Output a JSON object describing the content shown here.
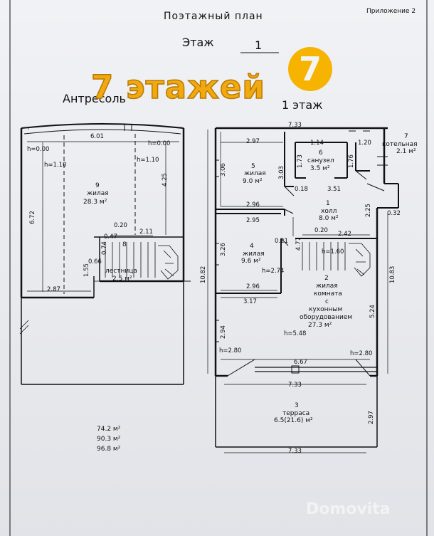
{
  "header": {
    "title": "Поэтажный план",
    "appendix": "Приложение  2",
    "floor_label": "Этаж",
    "floor_number": "1"
  },
  "watermark": {
    "text": "7 этажей",
    "badge": "7",
    "brand": "Domovita"
  },
  "mezzanine": {
    "title": "Антресоль",
    "room9": {
      "num": "9",
      "name": "жилая",
      "area": "28.3 м²"
    },
    "room8": {
      "num": "8",
      "name": "лестница",
      "area": "2.5 м²"
    },
    "dims": {
      "top": "6.01",
      "h_left": "h=0.00",
      "h_right": "h=0.00",
      "h110_left": "h=1.10",
      "h110_right": "h=1.10",
      "right_side": "4.25",
      "left_side": "6.72",
      "d020": "0.20",
      "d211": "2.11",
      "d047": "0.47",
      "d074": "0.74",
      "d066": "0.66",
      "d155": "1.55",
      "d287": "2.87"
    }
  },
  "first_floor": {
    "title": "1 этаж",
    "rooms": {
      "r1": {
        "num": "1",
        "name": "холл",
        "area": "8.0 м²"
      },
      "r2": {
        "num": "2",
        "line1": "жилая",
        "line2": "комната",
        "line3": "с",
        "line4": "кухонным",
        "line5": "оборудованием",
        "area": "27.3 м²"
      },
      "r3": {
        "num": "3",
        "name": "терраса",
        "area": "6.5(21.6) м²"
      },
      "r4": {
        "num": "4",
        "name": "жилая",
        "area": "9.6 м²"
      },
      "r5": {
        "num": "5",
        "name": "жилая",
        "area": "9.0 м²"
      },
      "r6": {
        "num": "6",
        "name": "санузел",
        "area": "3.5 м²"
      },
      "r7": {
        "num": "7",
        "name": "котельная",
        "area": "2.1 м²"
      }
    },
    "dims": {
      "top": "7.33",
      "d297": "2.97",
      "d114": "1.14",
      "d120": "1.20",
      "d306": "3.06",
      "d303": "3.03",
      "d173": "1.73",
      "d176": "1.76",
      "d018": "0.18",
      "d351": "3.51",
      "d296a": "2.96",
      "d295": "2.95",
      "d225": "2.25",
      "d032": "0.32",
      "d020": "0.20",
      "d242": "2.42",
      "d326": "3.26",
      "d021": "0.21",
      "d477": "4.77",
      "h160": "h=1.60",
      "h274": "h=2.74",
      "d1082": "10.82",
      "d1083": "10.83",
      "d296b": "2.96",
      "d317": "3.17",
      "d524": "5.24",
      "d294": "2.94",
      "h548": "h=5.48",
      "h280l": "h=2.80",
      "h280r": "h=2.80",
      "d667": "6.67",
      "d733b": "7.33",
      "d297t": "2.97",
      "d733c": "7.33"
    }
  },
  "totals": {
    "a1": "74.2 м²",
    "a2": "90.3 м²",
    "a3": "96.8 м²"
  }
}
